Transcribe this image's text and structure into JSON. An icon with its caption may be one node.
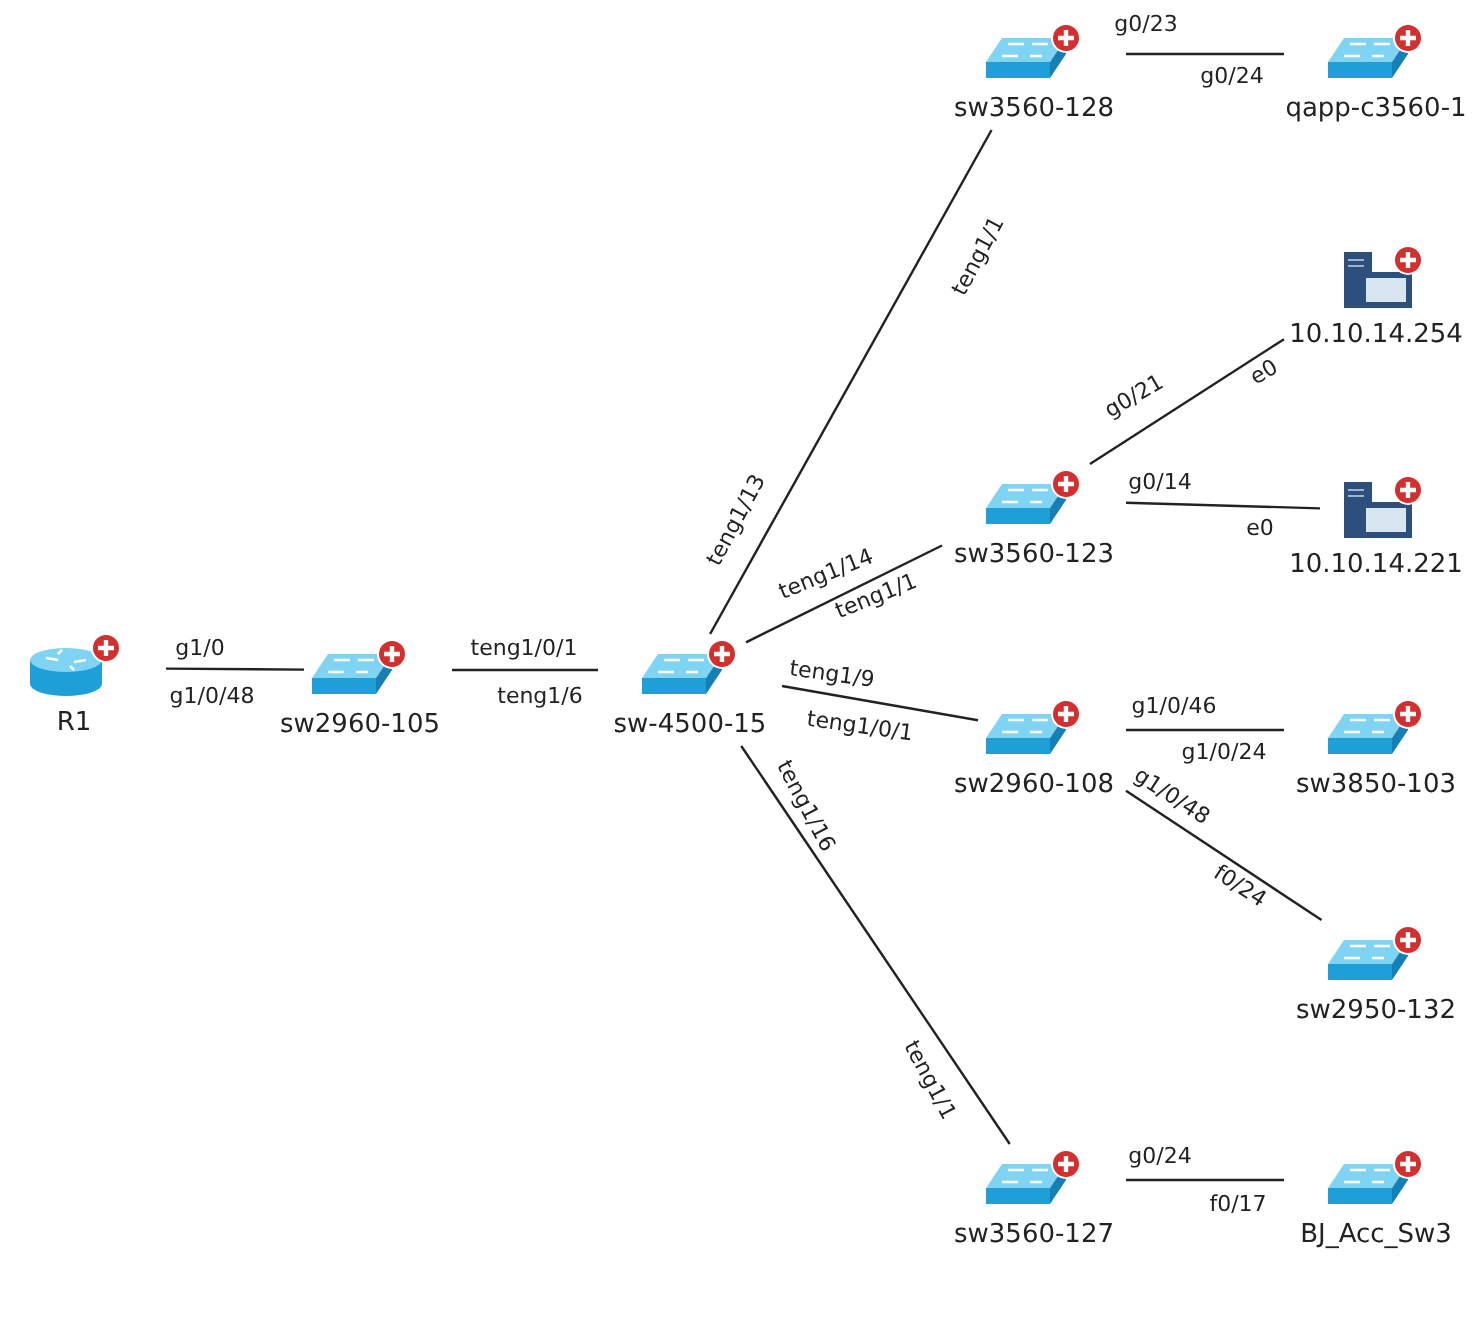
{
  "diagram": {
    "nodes": [
      {
        "text": [
          "R1"
        ]
      },
      {
        "text": [
          "sw2960-105"
        ]
      },
      {
        "text": [
          "sw-4500-15"
        ]
      },
      {
        "text": [
          "sw3560-128"
        ]
      },
      {
        "text": [
          "qapp-c3560-1"
        ]
      },
      {
        "text": [
          "10.10.14.254"
        ]
      },
      {
        "text": [
          "sw3560-123"
        ]
      },
      {
        "text": [
          "10.10.14.221"
        ]
      },
      {
        "text": [
          "sw2960-108"
        ]
      },
      {
        "text": [
          "sw3850-103"
        ]
      },
      {
        "text": [
          "sw2950-132"
        ]
      },
      {
        "text": [
          "sw3560-127"
        ]
      },
      {
        "text": [
          "BJ_Acc_Sw3"
        ]
      }
    ],
    "edges": [
      {
        "from": 0,
        "to": 1,
        "arrow": "none"
      },
      {
        "from": 1,
        "to": 2,
        "arrow": "none"
      },
      {
        "from": 2,
        "to": 3,
        "arrow": "none"
      },
      {
        "from": 3,
        "to": 4,
        "arrow": "none"
      },
      {
        "from": 2,
        "to": 6,
        "arrow": "none"
      },
      {
        "from": 6,
        "to": 5,
        "arrow": "none"
      },
      {
        "from": 6,
        "to": 7,
        "arrow": "none"
      },
      {
        "from": 2,
        "to": 8,
        "arrow": "none"
      },
      {
        "from": 8,
        "to": 9,
        "arrow": "none"
      },
      {
        "from": 8,
        "to": 10,
        "arrow": "none"
      },
      {
        "from": 2,
        "to": 11,
        "arrow": "none"
      },
      {
        "from": 11,
        "to": 12,
        "arrow": "none"
      }
    ],
    "labels": [
      "g0/23",
      "g0/24",
      "teng1/1",
      "g0/21",
      "e0",
      "g0/14",
      "teng1/13",
      "e0",
      "teng1/14",
      "teng1/1",
      "g1/0",
      "teng1/0/1",
      "teng1/9",
      "g1/0/46",
      "g1/0/48",
      "g1/0/48",
      "teng1/6",
      "teng1/0/1",
      "g1/0/24",
      "teng1/16",
      "f0/24",
      "teng1/1",
      "g0/24",
      "f0/17"
    ]
  }
}
